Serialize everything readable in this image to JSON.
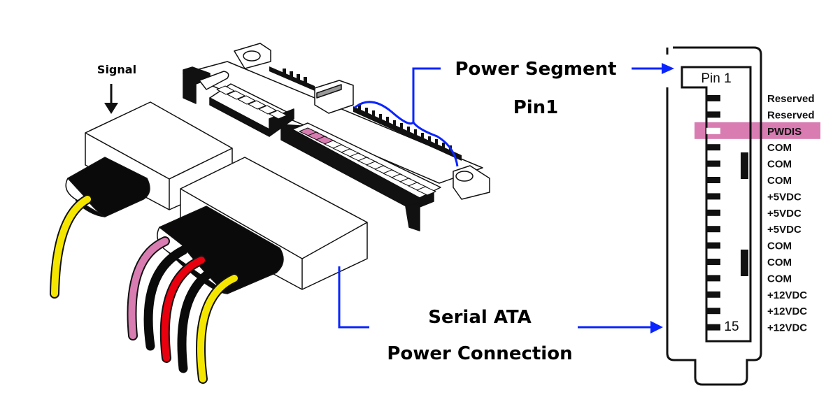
{
  "diagram": {
    "title_segment": "Power Segment",
    "title_pin": "Pin1",
    "signal_label": "Signal",
    "caption_line1": "Serial ATA",
    "caption_line2": "Power Connection",
    "pinout": {
      "first_pin_label": "Pin 1",
      "last_pin_label": "15",
      "highlight_pin": 3,
      "pins": [
        {
          "num": 1,
          "label": "Reserved"
        },
        {
          "num": 2,
          "label": "Reserved"
        },
        {
          "num": 3,
          "label": "PWDIS"
        },
        {
          "num": 4,
          "label": "COM"
        },
        {
          "num": 5,
          "label": "COM"
        },
        {
          "num": 6,
          "label": "COM"
        },
        {
          "num": 7,
          "label": "+5VDC"
        },
        {
          "num": 8,
          "label": "+5VDC"
        },
        {
          "num": 9,
          "label": "+5VDC"
        },
        {
          "num": 10,
          "label": "COM"
        },
        {
          "num": 11,
          "label": "COM"
        },
        {
          "num": 12,
          "label": "COM"
        },
        {
          "num": 13,
          "label": "+12VDC"
        },
        {
          "num": 14,
          "label": "+12VDC"
        },
        {
          "num": 15,
          "label": "+12VDC"
        }
      ]
    },
    "wires": [
      {
        "connector": "signal",
        "color": "#f5e600"
      },
      {
        "connector": "power",
        "color": "#d87cb2"
      },
      {
        "connector": "power",
        "color": "#0a0a0a"
      },
      {
        "connector": "power",
        "color": "#e8000f"
      },
      {
        "connector": "power",
        "color": "#0a0a0a"
      },
      {
        "connector": "power",
        "color": "#f5e600"
      }
    ],
    "colors": {
      "annotation_blue": "#0a24ff",
      "highlight_pink": "#d87cb2",
      "outline": "#111111"
    }
  }
}
